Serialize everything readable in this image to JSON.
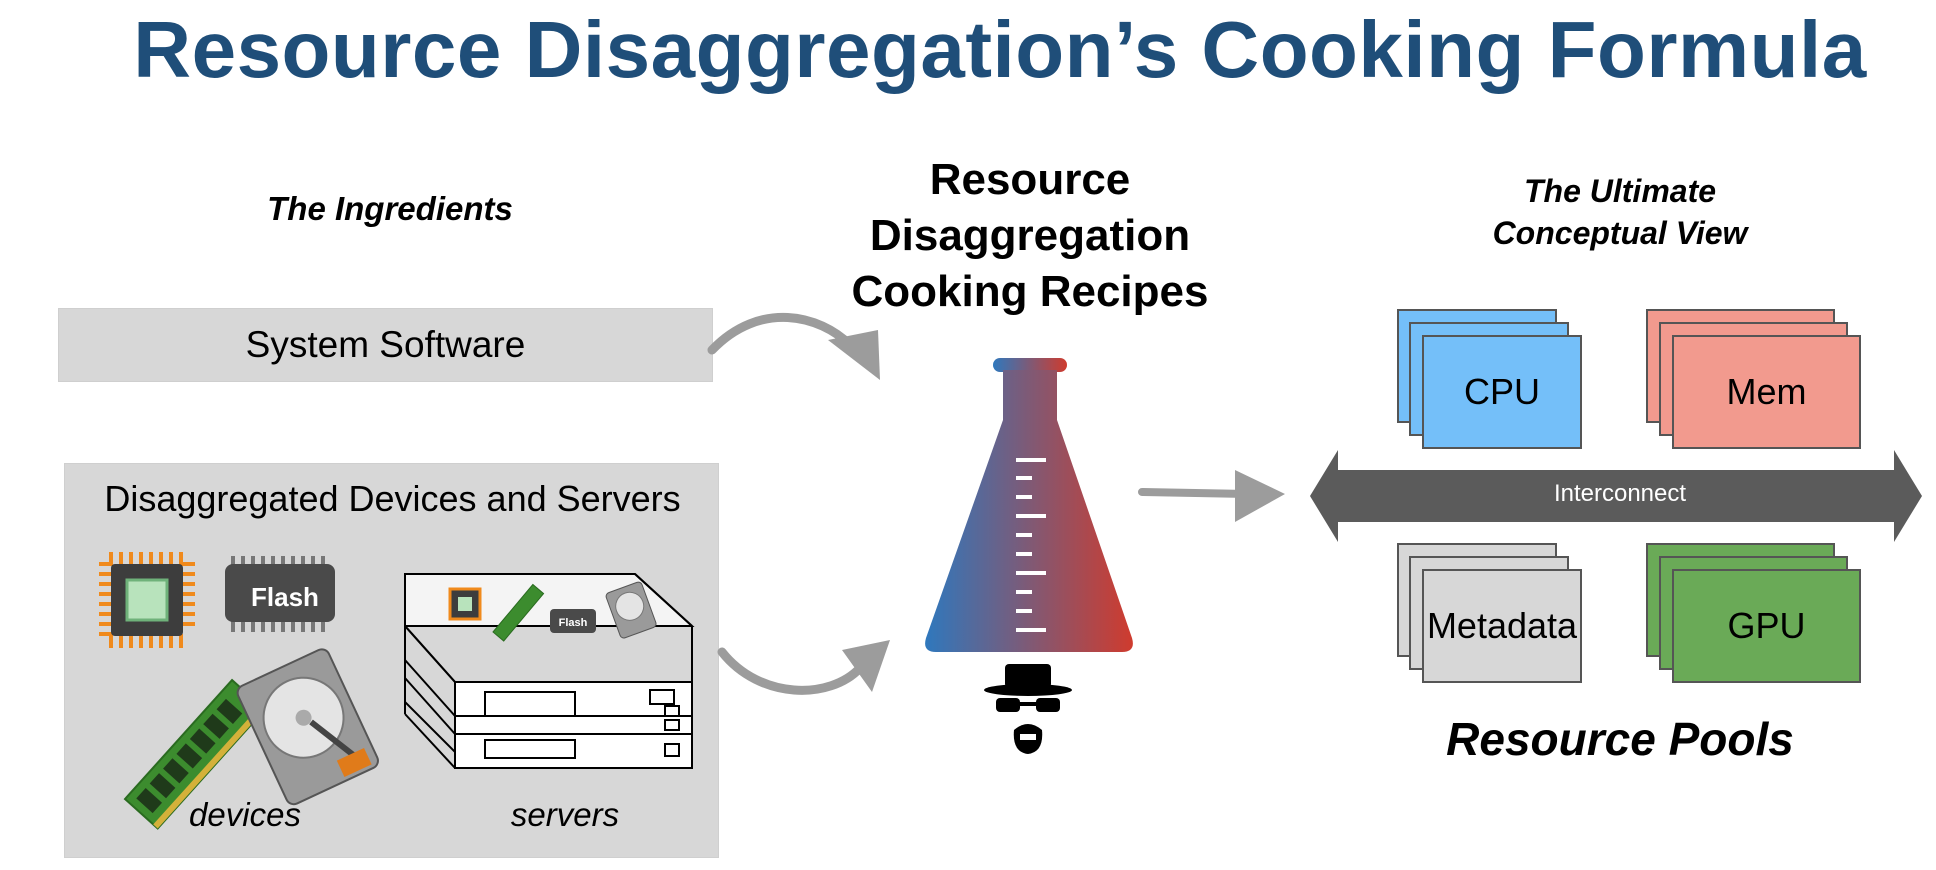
{
  "title": "Resource Disaggregation’s Cooking Formula",
  "ingredients": {
    "heading": "The Ingredients",
    "system_software": "System Software",
    "devices_panel_title": "Disaggregated Devices and Servers",
    "flash_label": "Flash",
    "server_flash_label": "Flash",
    "devices_caption": "devices",
    "servers_caption": "servers"
  },
  "recipes": {
    "heading_lines": [
      "Resource",
      "Disaggregation",
      "Cooking Recipes"
    ]
  },
  "conceptual_view": {
    "heading_lines": [
      "The Ultimate",
      "Conceptual View"
    ],
    "pools": {
      "cpu": "CPU",
      "mem": "Mem",
      "metadata": "Metadata",
      "gpu": "GPU"
    },
    "interconnect": "Interconnect",
    "pools_label": "Resource Pools"
  },
  "colors": {
    "title": "#1f4e79",
    "cpu": "#74bff9",
    "mem": "#f29a8e",
    "metadata": "#d7d7d7",
    "gpu": "#6aaa57",
    "interconnect": "#5b5b5b",
    "panel": "#d7d7d7",
    "flask_left": "#2f78bd",
    "flask_right": "#cf3b2e"
  }
}
